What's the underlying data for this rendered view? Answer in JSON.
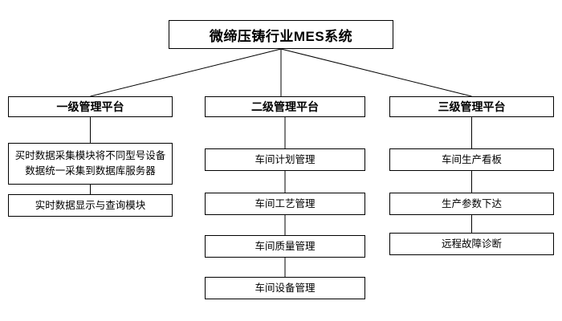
{
  "diagram": {
    "title": "微缔压铸行业MES系统",
    "colors": {
      "border": "#000000",
      "background": "#ffffff",
      "connector": "#000000"
    },
    "columns": [
      {
        "header": "一级管理平台",
        "items": [
          {
            "label": "买时数据采集模块将不同型号设备数据统一采集到数据库服务器"
          },
          {
            "label": "实时数据显示与查询模块"
          }
        ]
      },
      {
        "header": "二级管理平台",
        "items": [
          {
            "label": "车间计划管理"
          },
          {
            "label": "车间工艺管理"
          },
          {
            "label": "车间质量管理"
          },
          {
            "label": "车间设备管理"
          }
        ]
      },
      {
        "header": "三级管理平台",
        "items": [
          {
            "label": "车间生产看板"
          },
          {
            "label": "生产参数下达"
          },
          {
            "label": "远程故障诊断"
          }
        ]
      }
    ]
  }
}
